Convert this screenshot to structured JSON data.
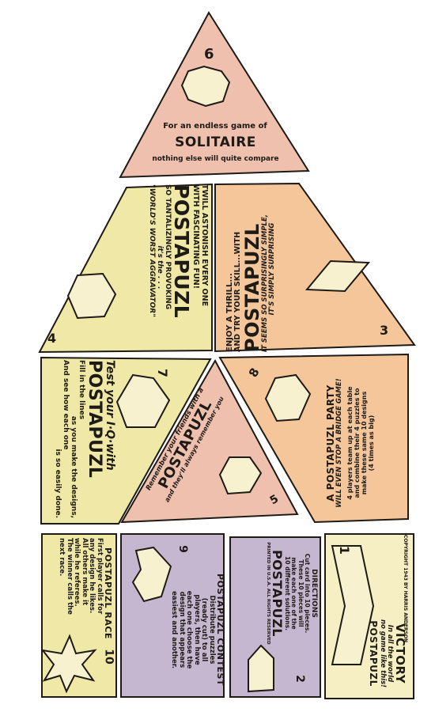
{
  "palette": {
    "pink": "#eec0ad",
    "yellow": "#f0e8a6",
    "peach": "#f4c69a",
    "cream": "#f6efc4",
    "lilac": "#c6b7d0",
    "outline": "#1e1a16",
    "cutout": "#f8f1cf"
  },
  "pieces": {
    "p6": {
      "number": "6",
      "line1": "For an endless game of",
      "title": "SOLITAIRE",
      "line3": "nothing else will quite compare"
    },
    "p4": {
      "number": "4",
      "l1": "TWILL ASTONISH EVERY ONE",
      "l2": "WITH FASCINATING FUN!",
      "brand": "POSTAPUZL",
      "l3": "SO TANTALIZINGLY PROVOKING",
      "l4": "it's the . . .",
      "l5": "\"WORLD'S WORST AGGRAVATOR\""
    },
    "p3": {
      "number": "3",
      "l1": "ENJOY A THRILL...",
      "l2": "AND TRY YOUR SKILL...WITH",
      "brand": "POSTAPUZL",
      "l3": "IT SEEMS SO SURPRISINGLY SIMPLE,",
      "l4": "IT'S SIMPLY SURPRISING"
    },
    "p7": {
      "number": "7",
      "l1": "Test your I·Q·with",
      "brand": "POSTAPUZL",
      "l2": "Fill in the lines",
      "l3": "as you make the designs,",
      "l4": "And see how each one",
      "l5": "is so easily done."
    },
    "p5": {
      "number": "5",
      "l1": "Remember your friends with a",
      "brand": "POSTAPUZL",
      "l2": "and they'll always remember you"
    },
    "p8": {
      "number": "8",
      "l1": "A POSTAPUZL PARTY",
      "l2": "WILL EVEN STOP A BRIDGE GAME!",
      "l3": "4 players team up at each table",
      "l4": "and combine their 4 puzzles to",
      "l5": "make these same 10 designs",
      "l6": "(4 times as big)"
    },
    "p10": {
      "number": "10",
      "title": "POSTAPUZL RACE",
      "l1": "First player calls for",
      "l2": "any design he likes.",
      "l3": "All others make it",
      "l4": "while he referees.",
      "l5": "The winner calls the",
      "l6": "next race."
    },
    "p9": {
      "number": "9",
      "title": "POSTAPUZL CONTEST",
      "l1": "Distribute puzzles",
      "l2": "(ready cut) to all",
      "l3": "players, then have",
      "l4": "each one choose the",
      "l5": "design that appears",
      "l6": "easiest and another."
    },
    "p2": {
      "number": "2",
      "title": "DIRECTIONS",
      "l1": "Cut card into 10 pieces.",
      "l2": "These 10 pieces will",
      "l3": "make each one of the",
      "l4": "10 different solutions.",
      "brand": "POSTAPUZL",
      "l5": "PRINTED IN U.S.A. ALL RIGHTS RESERVED"
    },
    "p1": {
      "number": "1",
      "l1": "COPYRIGHT 1943 BY HARRIS ANDERSON",
      "brand": "VICTORY",
      "l2": "In all the world",
      "l3": "no game like this!",
      "l4": "POSTAPUZL"
    }
  }
}
